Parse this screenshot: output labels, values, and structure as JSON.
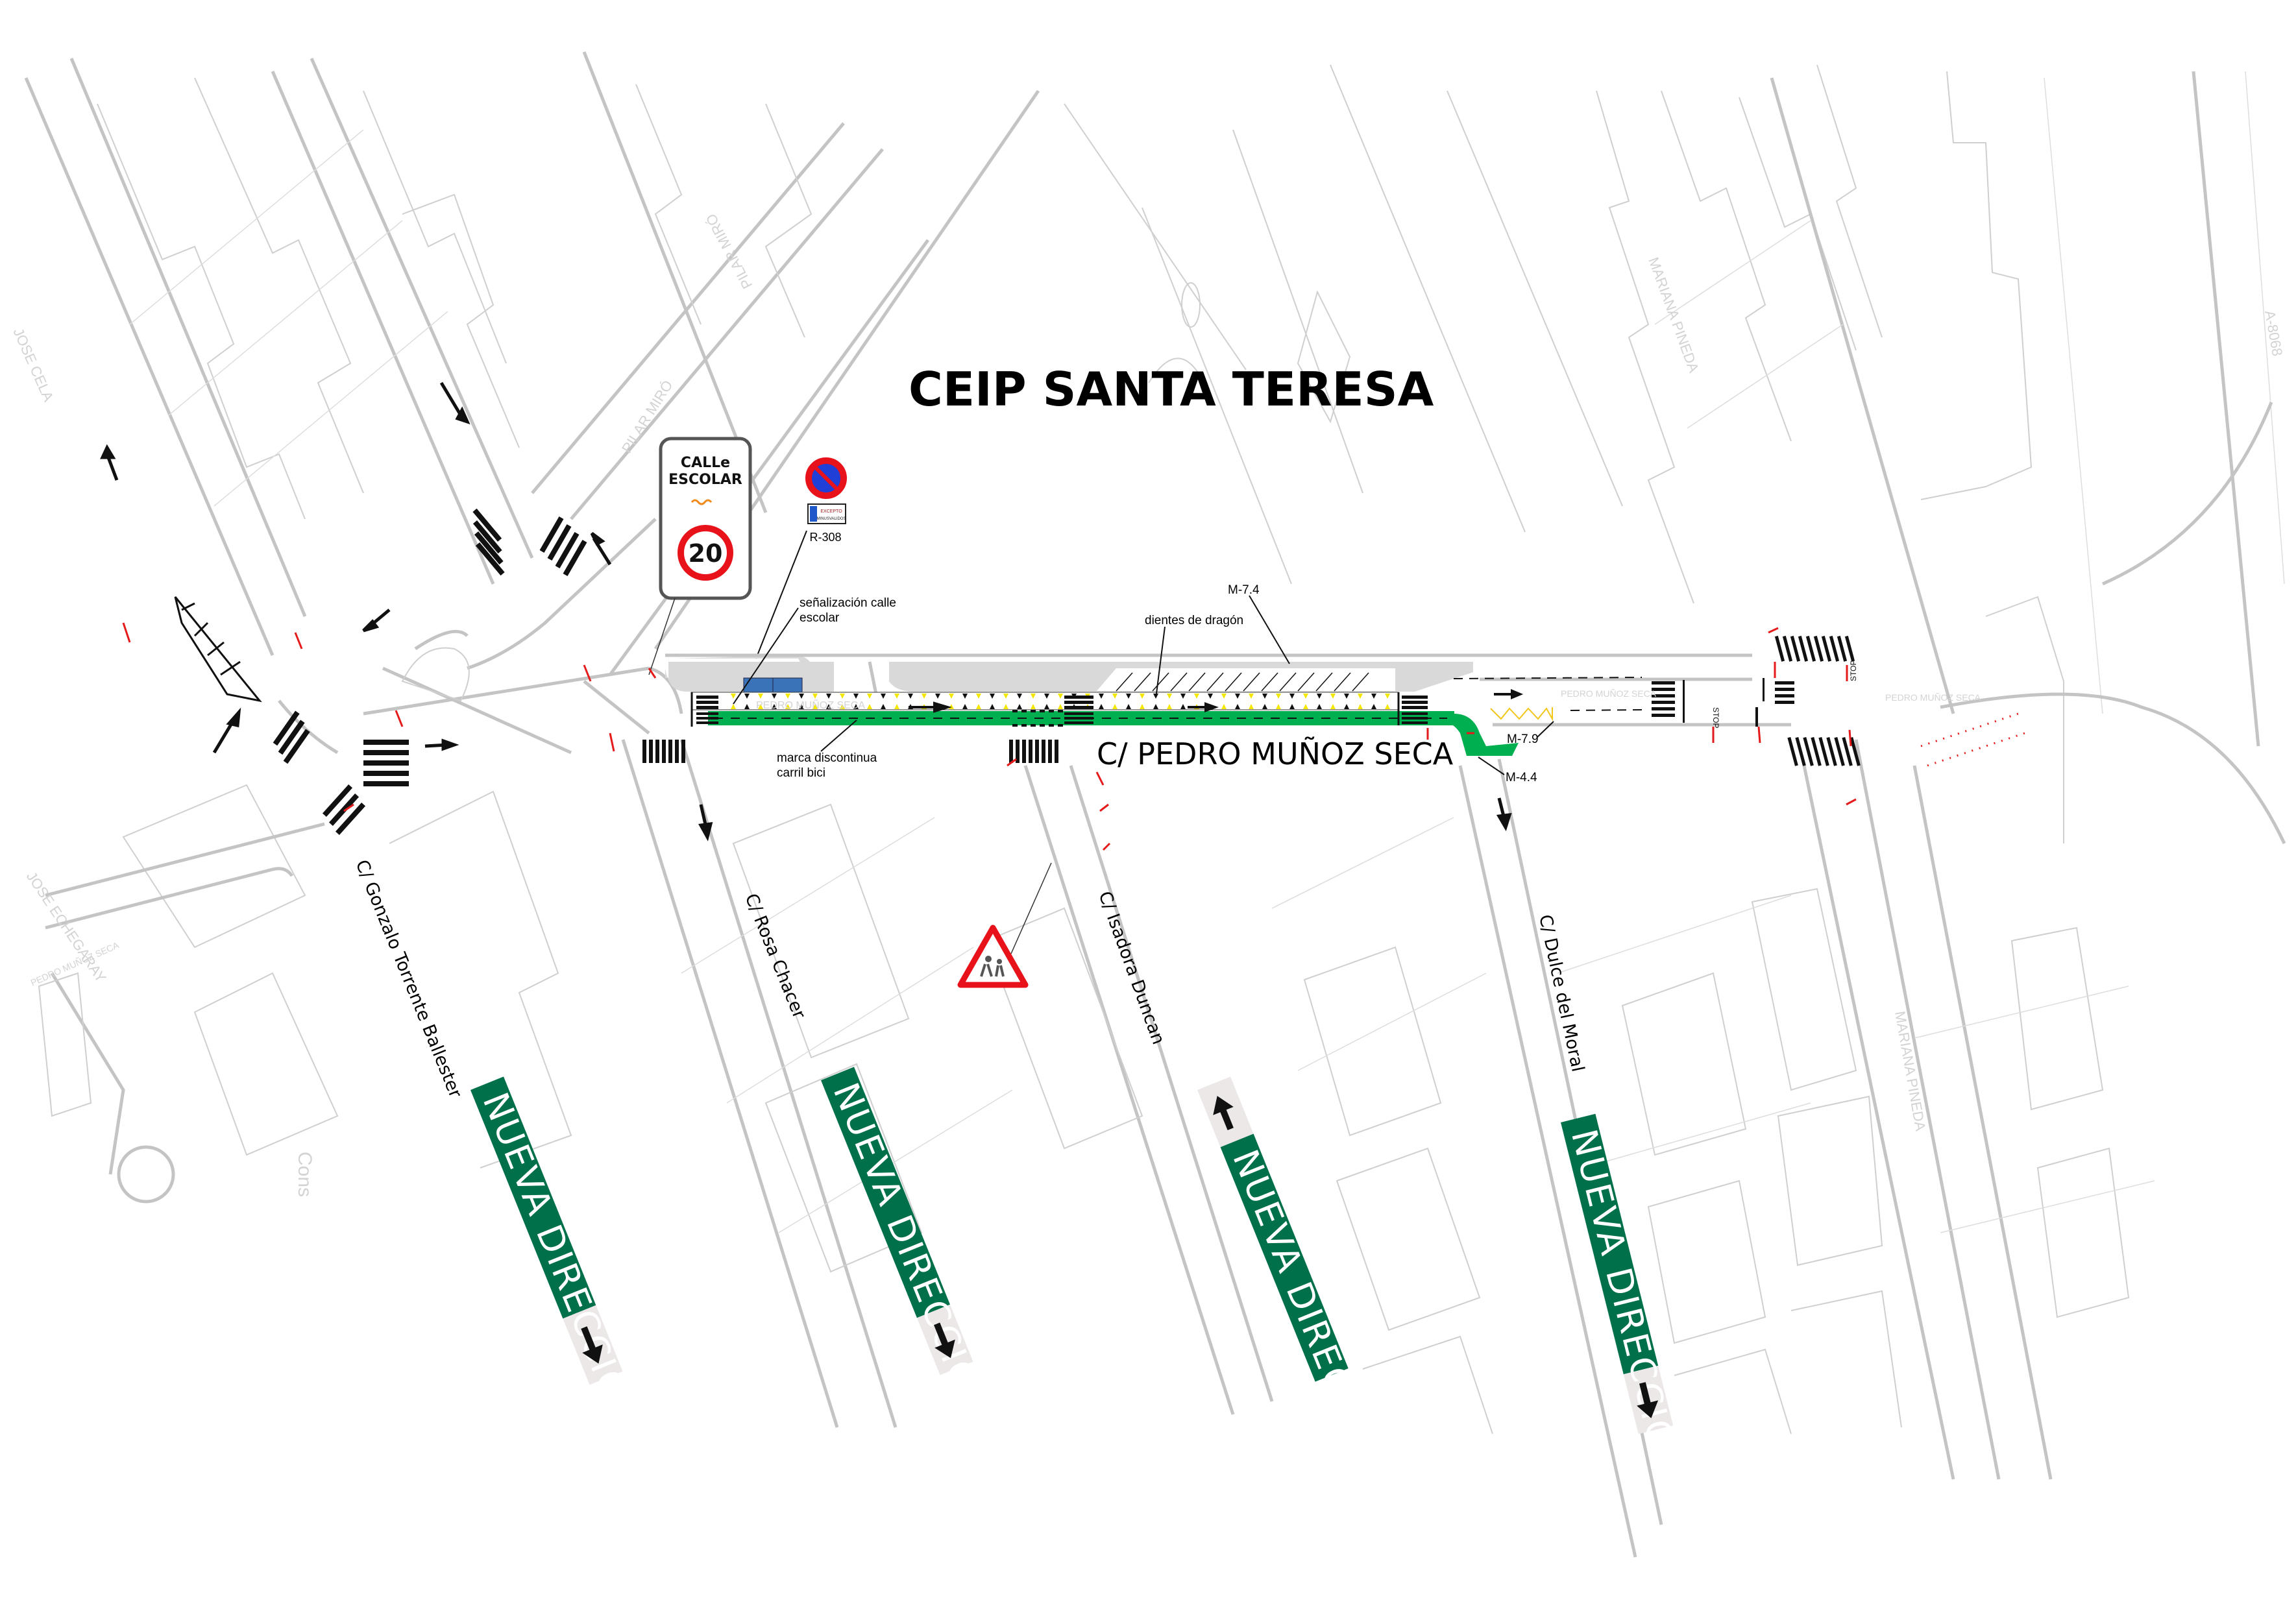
{
  "title": "CEIP SANTA TERESA",
  "main_street": "C/ PEDRO MUÑOZ SECA",
  "pavement_street_label": "PEDRO MUÑOZ SECA",
  "side_streets": [
    {
      "name": "C/ Gonzalo Torrente Ballester",
      "banner": "NUEVA DIRECCIÓN",
      "arrow": "down"
    },
    {
      "name": "C/ Rosa Chacer",
      "banner": "NUEVA DIRECCIÓN",
      "arrow": "down"
    },
    {
      "name": "C/ Isadora Duncan",
      "banner": "NUEVA DIRECCIÓN",
      "arrow": "up"
    },
    {
      "name": "C/ Dulce del Moral",
      "banner": "NUEVA DIRECCIÓN",
      "arrow": "down"
    }
  ],
  "background_streets": [
    "PILAR MIRÓ",
    "JOSE CELA",
    "JOSE ECHEGARAY",
    "MARIANA PINEDA",
    "A-8068",
    "Cons"
  ],
  "signs": {
    "calle_escolar": {
      "line1": "CALLe",
      "line2": "ESCOLAR",
      "speed_limit": "20"
    },
    "no_parking": {
      "code": "R-308",
      "plate_line1": "EXCEPTO",
      "plate_line2": "MINUSVALIDOS"
    },
    "children_warning": {
      "type": "children-crossing-warning"
    },
    "stop_text": "STOP"
  },
  "annotations": {
    "senalizacion": [
      "señalización calle",
      "escolar"
    ],
    "marca_discontinua": [
      "marca discontinua",
      "carril bici"
    ],
    "dientes": "dientes de dragón",
    "m74": "M-7.4",
    "m79": "M-7.9",
    "m44": "M-4.4"
  },
  "colors": {
    "bike_lane": "#00b050",
    "banner": "#00704a",
    "banner_tail": "#ece8e8",
    "parking_blue": "#3a73b8",
    "sign_red": "#e8121a",
    "sign_blue": "#1f3fd6",
    "dragon_yellow": "#f5e800",
    "zigzag": "#f2c618",
    "signal_red": "#e51a1a",
    "curb": "#c4c4c4",
    "sidewalk_gray": "#d9d9d9"
  }
}
